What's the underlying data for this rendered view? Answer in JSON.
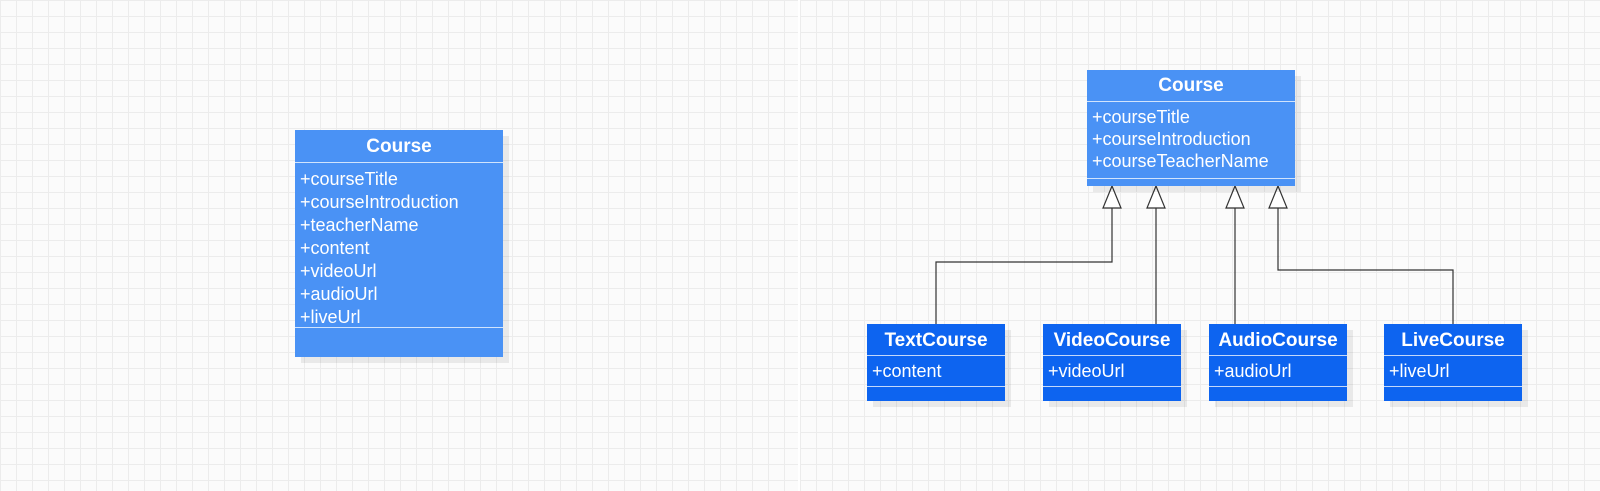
{
  "left_diagram": {
    "class": {
      "name": "Course",
      "attributes": [
        "+courseTitle",
        "+courseIntroduction",
        "+teacherName",
        "+content",
        "+videoUrl",
        "+audioUrl",
        "+liveUrl"
      ]
    }
  },
  "right_diagram": {
    "parent": {
      "name": "Course",
      "attributes": [
        "+courseTitle",
        "+courseIntroduction",
        "+courseTeacherName"
      ]
    },
    "children": [
      {
        "name": "TextCourse",
        "attributes": [
          "+content"
        ]
      },
      {
        "name": "VideoCourse",
        "attributes": [
          "+videoUrl"
        ]
      },
      {
        "name": "AudioCourse",
        "attributes": [
          "+audioUrl"
        ]
      },
      {
        "name": "LiveCourse",
        "attributes": [
          "+liveUrl"
        ]
      }
    ],
    "relationship": "generalization"
  },
  "colors": {
    "parent_fill": "#4a92f5",
    "child_fill": "#0d64f0",
    "connector": "#333333"
  }
}
